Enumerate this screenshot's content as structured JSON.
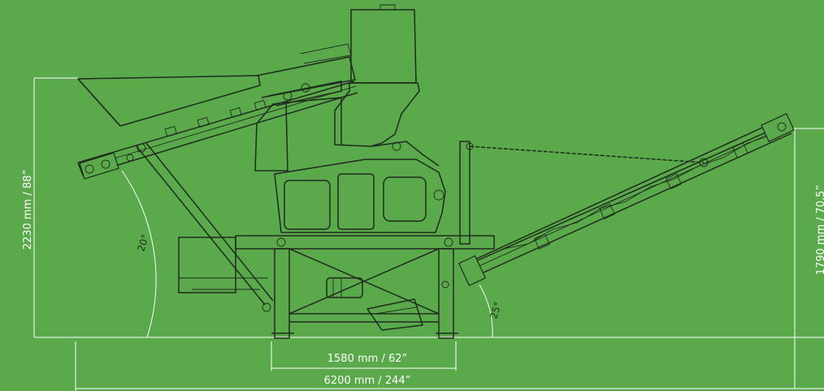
{
  "dimensions": {
    "height_left": "2230 mm / 88”",
    "height_right": "1790 mm / 70.5”",
    "base_width": "1580 mm / 62”",
    "total_length": "6200 mm / 244”"
  },
  "angles": {
    "infeed": "20°",
    "outfeed": "25°"
  },
  "colors": {
    "background": "#5aaa4b",
    "line": "#1f2b1d",
    "dimension": "#ffffff"
  }
}
